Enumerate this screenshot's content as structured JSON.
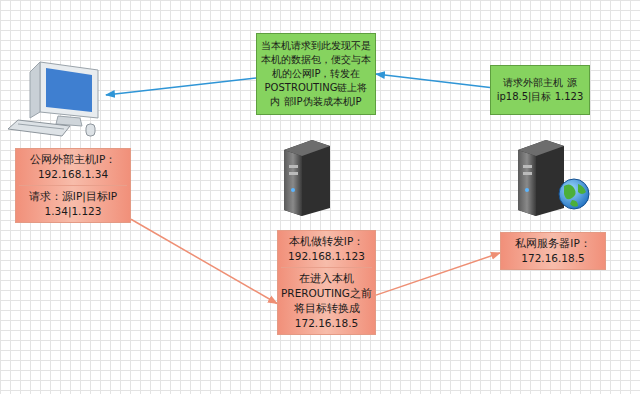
{
  "diagram": {
    "nodes": [
      {
        "text": [
          "当本机请求到此发现不是 本机的数据包，便交与本 机的公网IP，转发在 POSTROUTING链上将内 部IP伪装成本机IP"
        ]
      },
      {
        "text": [
          "请求外部主机 源ip18.5|目标 1.123"
        ]
      },
      {
        "text": [
          "公网外部主机IP： 192.168.1.34",
          "请求：源IP|目标IP 1.34|1.123"
        ]
      },
      {
        "text": [
          "本机做转发IP： 192.168.1.123",
          "在进入本机 PREROUTING之前 将目标转换成 172.16.18.5"
        ]
      },
      {
        "text": [
          "私网服务器IP： 172.16.18.5"
        ]
      }
    ],
    "edges": [
      {
        "from": 1,
        "to": 0,
        "arrow": "to"
      },
      {
        "from": 2,
        "to": 3,
        "arrow": "to"
      },
      {
        "from": 3,
        "to": 4,
        "arrow": "to"
      }
    ]
  }
}
